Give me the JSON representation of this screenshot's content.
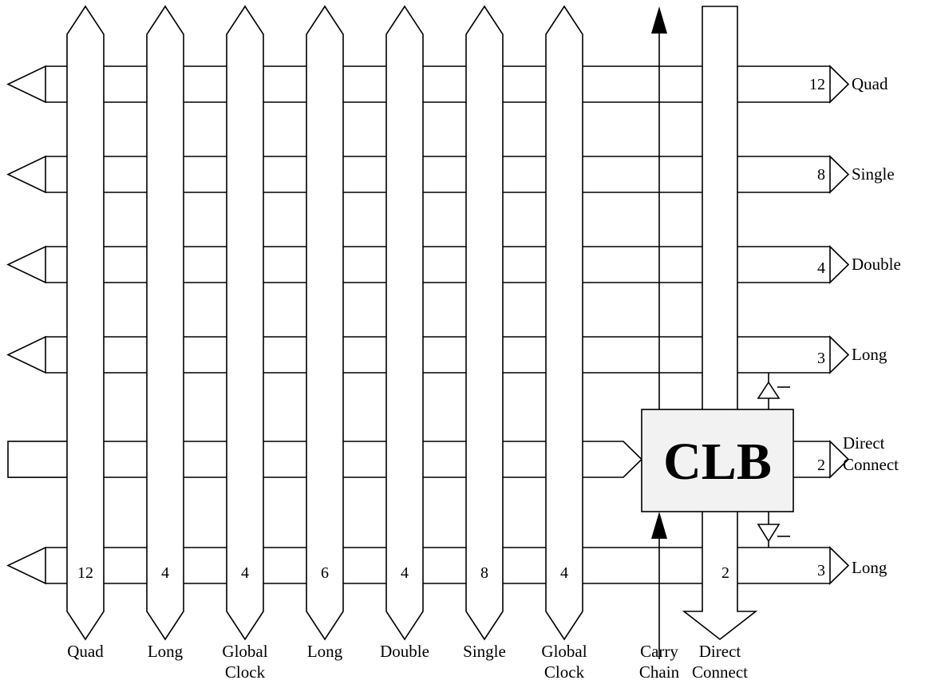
{
  "clb": {
    "label": "CLB"
  },
  "vertical_buses": [
    {
      "id": "quad",
      "width": "12",
      "label_lines": [
        "Quad"
      ]
    },
    {
      "id": "long-1",
      "width": "4",
      "label_lines": [
        "Long"
      ]
    },
    {
      "id": "global-clock-1",
      "width": "4",
      "label_lines": [
        "Global",
        "Clock"
      ]
    },
    {
      "id": "long-2",
      "width": "6",
      "label_lines": [
        "Long"
      ]
    },
    {
      "id": "double",
      "width": "4",
      "label_lines": [
        "Double"
      ]
    },
    {
      "id": "single",
      "width": "8",
      "label_lines": [
        "Single"
      ]
    },
    {
      "id": "global-clock-2",
      "width": "4",
      "label_lines": [
        "Global",
        "Clock"
      ]
    },
    {
      "id": "carry-chain",
      "width": "",
      "label_lines": [
        "Carry",
        "Chain"
      ]
    },
    {
      "id": "direct-connect",
      "width": "2",
      "label_lines": [
        "Direct",
        "Connect"
      ]
    }
  ],
  "horizontal_buses": [
    {
      "id": "quad",
      "width": "12",
      "label_lines": [
        "Quad"
      ]
    },
    {
      "id": "single",
      "width": "8",
      "label_lines": [
        "Single"
      ]
    },
    {
      "id": "double",
      "width": "4",
      "label_lines": [
        "Double"
      ]
    },
    {
      "id": "long-top",
      "width": "3",
      "label_lines": [
        "Long"
      ]
    },
    {
      "id": "direct-connect",
      "width": "2",
      "label_lines": [
        "Direct",
        "Connect"
      ]
    },
    {
      "id": "long-bottom",
      "width": "3",
      "label_lines": [
        "Long"
      ]
    }
  ]
}
